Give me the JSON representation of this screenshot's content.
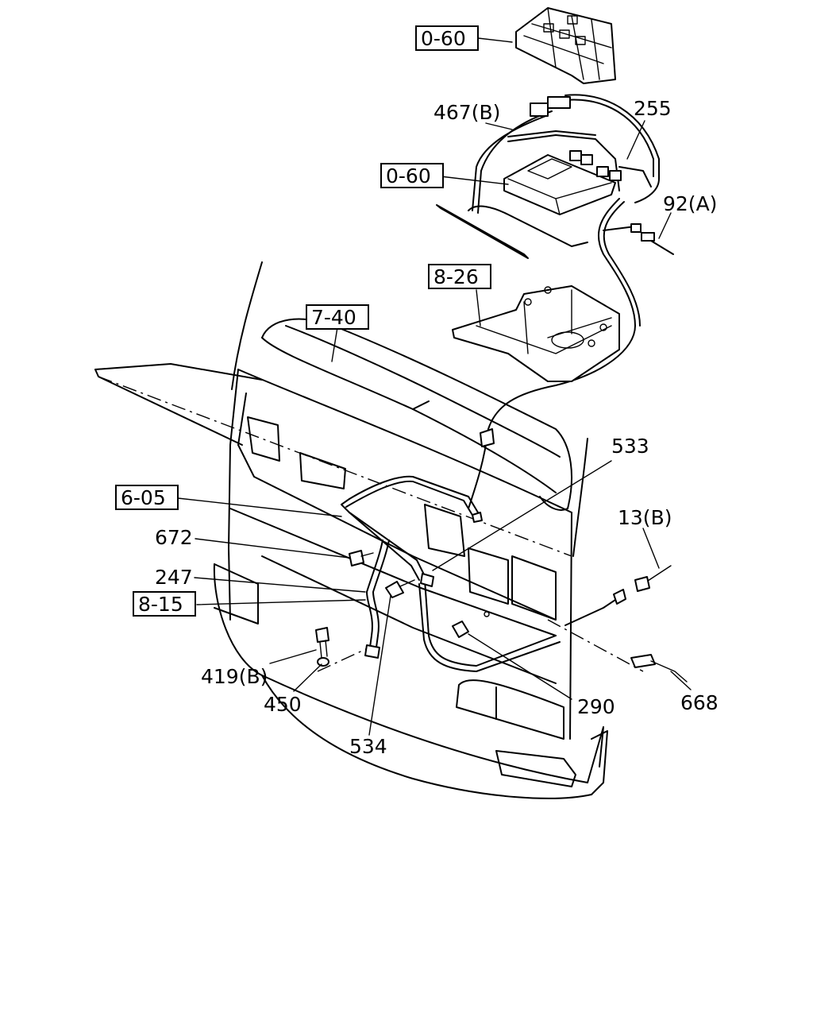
{
  "labels": {
    "ref_060_top": "0-60",
    "p467b": "467(B)",
    "p255": "255",
    "ref_060_mid": "0-60",
    "p92a": "92(A)",
    "ref_826": "8-26",
    "ref_740": "7-40",
    "p533": "533",
    "ref_605": "6-05",
    "p13b": "13(B)",
    "p672": "672",
    "p247": "247",
    "ref_815": "8-15",
    "p419b": "419(B)",
    "p450": "450",
    "p534": "534",
    "p290": "290",
    "p668": "668"
  }
}
